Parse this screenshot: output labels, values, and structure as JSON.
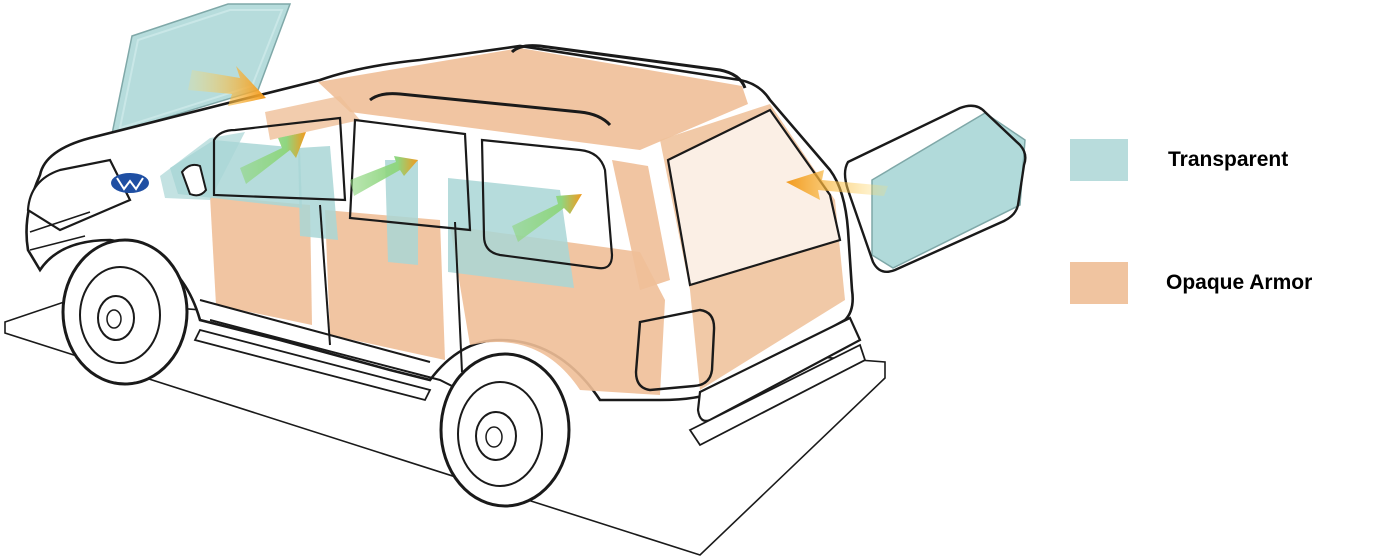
{
  "legend": {
    "items": [
      {
        "label": "Transparent",
        "color": "#b8dcdc"
      },
      {
        "label": "Opaque Armor",
        "color": "#f0c4a0"
      }
    ]
  },
  "colors": {
    "transparent_fill": "#a9d6d6",
    "opaque_fill": "#efbf98",
    "arrow": "#f5a623",
    "arrow_inner": "#7ec870",
    "outline": "#1a1a1a",
    "badge": "#1f4fa3"
  },
  "icons": [
    "armored-suv-illustration",
    "vehicle-badge-icon",
    "arrow-icon"
  ]
}
